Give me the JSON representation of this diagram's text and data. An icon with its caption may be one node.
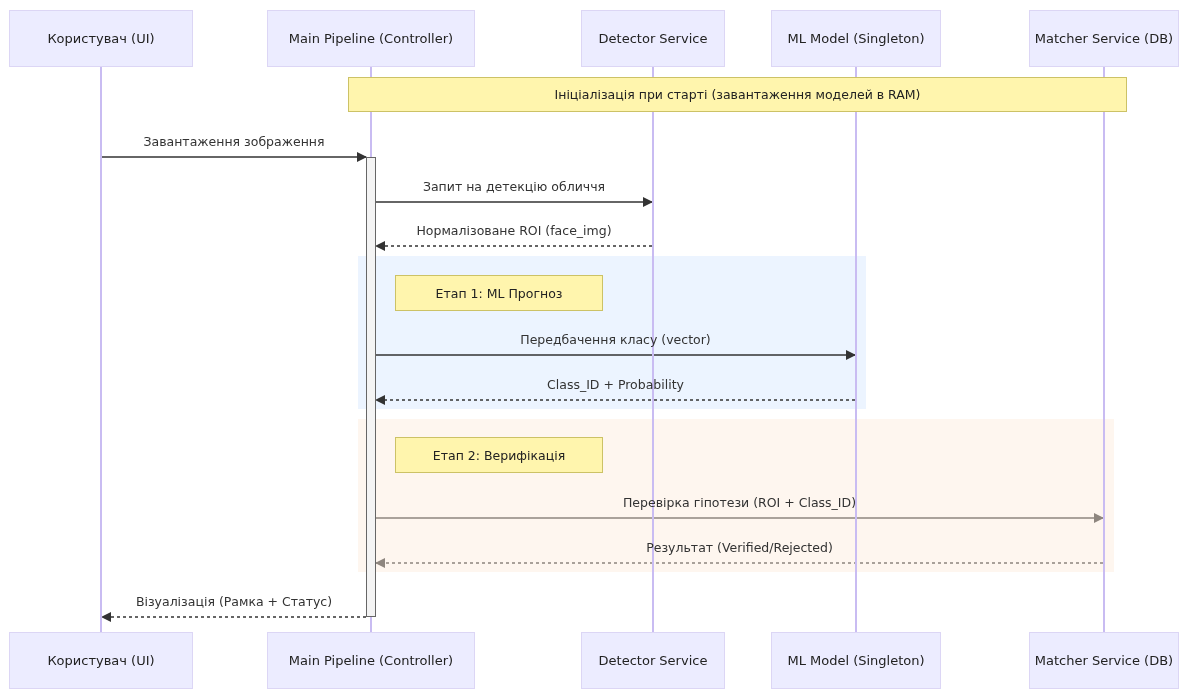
{
  "diagram": {
    "nodes": [
      {
        "text": [
          "Користувач (UI)"
        ]
      },
      {
        "text": [
          "Main Pipeline (Controller)"
        ]
      },
      {
        "text": [
          "Detector Service"
        ]
      },
      {
        "text": [
          "ML Model (Singleton)"
        ]
      },
      {
        "text": [
          "Matcher Service (DB)"
        ]
      },
      {
        "text": [],
        "shape": "line"
      },
      {
        "text": [],
        "shape": "line"
      },
      {
        "text": [],
        "shape": "line"
      },
      {
        "text": [],
        "shape": "line"
      },
      {
        "text": [],
        "shape": "line"
      },
      {
        "text": [],
        "shape": "bar"
      },
      {
        "text": [
          "Ініціалізація при старті (завантаження моделей в RAM)"
        ]
      },
      {
        "text": [],
        "shape": "box"
      },
      {
        "text": [
          "Етап 1: ML Прогноз"
        ],
        "in": 12
      },
      {
        "text": [],
        "shape": "box"
      },
      {
        "text": [
          "Етап 2: Верифікація"
        ],
        "in": 14
      },
      {
        "text": [
          "Користувач (UI)"
        ]
      },
      {
        "text": [
          "Main Pipeline (Controller)"
        ]
      },
      {
        "text": [
          "Detector Service"
        ]
      },
      {
        "text": [
          "ML Model (Singleton)"
        ]
      },
      {
        "text": [
          "Matcher Service (DB)"
        ]
      }
    ],
    "edges": [
      {
        "from": 5,
        "to": 10,
        "arrow": "to",
        "label": "Завантаження зображення"
      },
      {
        "from": 10,
        "to": 7,
        "arrow": "to",
        "label": "Запит на детекцію обличчя"
      },
      {
        "from": 7,
        "to": 10,
        "arrow": "to",
        "label": "Нормалізоване ROI (face_img)",
        "style": "dashed"
      },
      {
        "from": 10,
        "to": 8,
        "arrow": "to",
        "label": "Передбачення класу (vector)"
      },
      {
        "from": 8,
        "to": 10,
        "arrow": "to",
        "label": "Class_ID + Probability",
        "style": "dashed"
      },
      {
        "from": 10,
        "to": 9,
        "arrow": "to",
        "label": "Перевірка гіпотези (ROI + Class_ID)"
      },
      {
        "from": 9,
        "to": 10,
        "arrow": "to",
        "label": "Результат (Verified/Rejected)",
        "style": "dashed"
      },
      {
        "from": 10,
        "to": 5,
        "arrow": "to",
        "label": "Візуалізація (Рамка + Статус)",
        "style": "dashed"
      }
    ]
  }
}
